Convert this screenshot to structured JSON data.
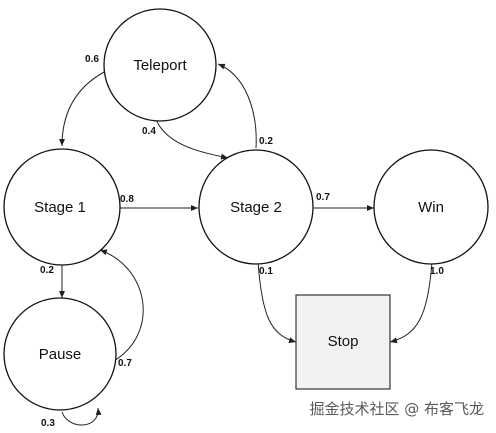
{
  "nodes": {
    "teleport": "Teleport",
    "stage1": "Stage 1",
    "stage2": "Stage 2",
    "win": "Win",
    "pause": "Pause",
    "stop": "Stop"
  },
  "edges": {
    "teleport_to_stage1": "0.6",
    "teleport_to_stage2": "0.4",
    "stage2_to_teleport": "0.2",
    "stage1_to_stage2": "0.8",
    "stage2_to_win": "0.7",
    "stage1_to_pause": "0.2",
    "pause_to_stage1": "0.7",
    "pause_self_loop": "0.3",
    "stage2_to_stop": "0.1",
    "win_to_stop": "1.0"
  },
  "watermark": "掘金技术社区 @ 布客飞龙",
  "colors": {
    "stroke": "#111111",
    "stop_fill": "#f2f2f2",
    "watermark": "#5a5a5a"
  }
}
